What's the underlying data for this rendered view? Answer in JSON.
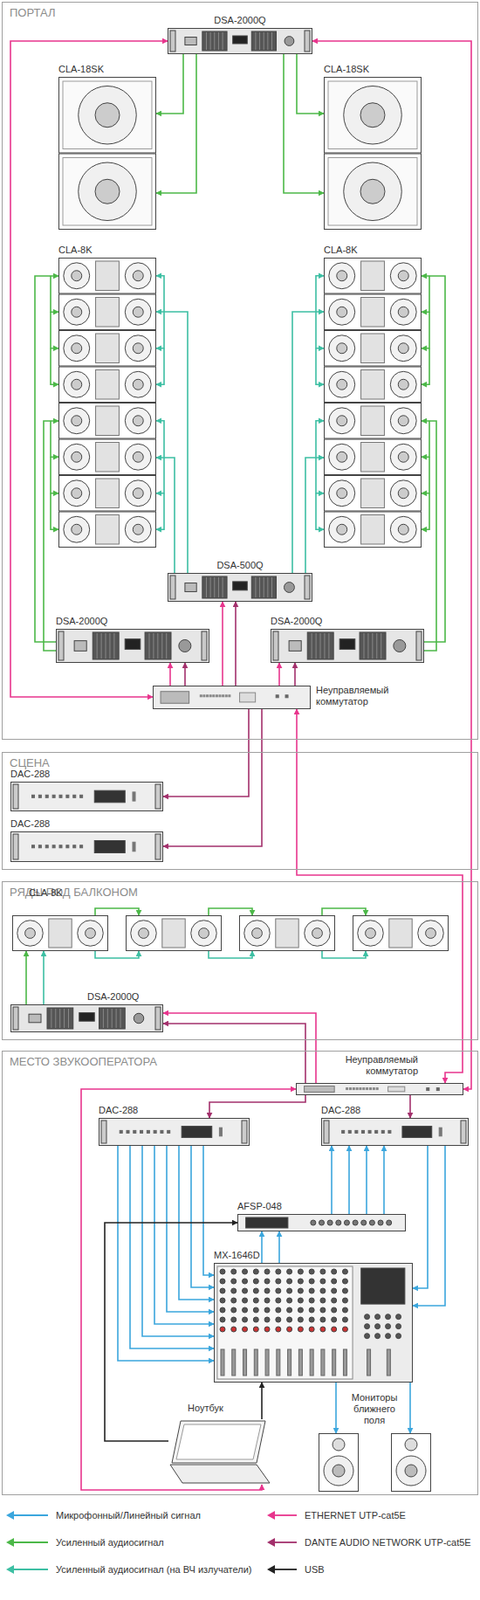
{
  "diagram": {
    "nodes": [
      {
        "text": [
          "ПОРТАЛ"
        ]
      },
      {
        "text": [
          "DSA-2000Q"
        ],
        "in": 0
      },
      {
        "text": [
          "CLA-18SK"
        ],
        "in": 0
      },
      {
        "text": [
          "CLA-18SK"
        ],
        "in": 0
      },
      {
        "text": [
          "CLA-8K"
        ],
        "in": 0
      },
      {
        "text": [
          "CLA-8K"
        ],
        "in": 0
      },
      {
        "text": [
          "DSA-500Q"
        ],
        "in": 0
      },
      {
        "text": [
          "DSA-2000Q"
        ],
        "in": 0
      },
      {
        "text": [
          "DSA-2000Q"
        ],
        "in": 0
      },
      {
        "text": [
          "Неуправляемый коммутатор"
        ],
        "in": 0
      },
      {
        "text": [
          "СЦЕНА"
        ]
      },
      {
        "text": [
          "DAC-288"
        ],
        "in": 10
      },
      {
        "text": [
          "DAC-288"
        ],
        "in": 10
      },
      {
        "text": [
          "РЯДЫ ПОД БАЛКОНОМ"
        ]
      },
      {
        "text": [
          "CLA-8K"
        ],
        "in": 13
      },
      {
        "text": [
          "DSA-2000Q"
        ],
        "in": 13
      },
      {
        "text": [
          "МЕСТО ЗВУКООПЕРАТОРА"
        ]
      },
      {
        "text": [
          "Неуправляемый коммутатор"
        ],
        "in": 16
      },
      {
        "text": [
          "DAC-288"
        ],
        "in": 16
      },
      {
        "text": [
          "DAC-288"
        ],
        "in": 16
      },
      {
        "text": [
          "AFSP-048"
        ],
        "in": 16
      },
      {
        "text": [
          "MX-1646D"
        ],
        "in": 16
      },
      {
        "text": [
          "Ноутбук"
        ],
        "in": 16
      },
      {
        "text": [
          "Мониторы ближнего поля"
        ],
        "in": 16
      }
    ],
    "edges": [
      {
        "from": 1,
        "to": 2,
        "arrow": "to"
      },
      {
        "from": 1,
        "to": 2,
        "arrow": "to"
      },
      {
        "from": 1,
        "to": 3,
        "arrow": "to"
      },
      {
        "from": 1,
        "to": 3,
        "arrow": "to"
      },
      {
        "from": 7,
        "to": 4,
        "arrow": "to"
      },
      {
        "from": 7,
        "to": 4,
        "arrow": "to"
      },
      {
        "from": 6,
        "to": 4,
        "arrow": "to"
      },
      {
        "from": 6,
        "to": 4,
        "arrow": "to"
      },
      {
        "from": 8,
        "to": 5,
        "arrow": "to"
      },
      {
        "from": 8,
        "to": 5,
        "arrow": "to"
      },
      {
        "from": 6,
        "to": 5,
        "arrow": "to"
      },
      {
        "from": 6,
        "to": 5,
        "arrow": "to"
      },
      {
        "from": 9,
        "to": 1,
        "arrow": "both"
      },
      {
        "from": 9,
        "to": 7,
        "arrow": "to"
      },
      {
        "from": 9,
        "to": 7,
        "arrow": "to"
      },
      {
        "from": 9,
        "to": 6,
        "arrow": "to"
      },
      {
        "from": 9,
        "to": 6,
        "arrow": "to"
      },
      {
        "from": 9,
        "to": 8,
        "arrow": "to"
      },
      {
        "from": 9,
        "to": 8,
        "arrow": "to"
      },
      {
        "from": 9,
        "to": 11,
        "arrow": "to"
      },
      {
        "from": 9,
        "to": 12,
        "arrow": "to"
      },
      {
        "from": 9,
        "to": 17,
        "arrow": "both"
      },
      {
        "from": 1,
        "to": 17,
        "arrow": "both"
      },
      {
        "from": 15,
        "to": 14,
        "arrow": "to"
      },
      {
        "from": 15,
        "to": 14,
        "arrow": "to"
      },
      {
        "from": 17,
        "to": 15,
        "arrow": "to"
      },
      {
        "from": 17,
        "to": 15,
        "arrow": "to"
      },
      {
        "from": 17,
        "to": 18,
        "arrow": "to"
      },
      {
        "from": 17,
        "to": 19,
        "arrow": "to"
      },
      {
        "from": 22,
        "to": 17,
        "arrow": "both"
      },
      {
        "from": 18,
        "to": 21,
        "arrow": "to"
      },
      {
        "from": 18,
        "to": 21,
        "arrow": "to"
      },
      {
        "from": 18,
        "to": 21,
        "arrow": "to"
      },
      {
        "from": 18,
        "to": 21,
        "arrow": "to"
      },
      {
        "from": 18,
        "to": 21,
        "arrow": "to"
      },
      {
        "from": 18,
        "to": 21,
        "arrow": "to"
      },
      {
        "from": 18,
        "to": 21,
        "arrow": "to"
      },
      {
        "from": 18,
        "to": 21,
        "arrow": "to"
      },
      {
        "from": 21,
        "to": 20,
        "arrow": "to"
      },
      {
        "from": 21,
        "to": 20,
        "arrow": "to"
      },
      {
        "from": 20,
        "to": 19,
        "arrow": "to"
      },
      {
        "from": 20,
        "to": 19,
        "arrow": "to"
      },
      {
        "from": 20,
        "to": 19,
        "arrow": "to"
      },
      {
        "from": 20,
        "to": 19,
        "arrow": "to"
      },
      {
        "from": 19,
        "to": 21,
        "arrow": "to"
      },
      {
        "from": 19,
        "to": 21,
        "arrow": "to"
      },
      {
        "from": 22,
        "to": 21,
        "arrow": "to"
      },
      {
        "from": 22,
        "to": 20,
        "arrow": "to"
      },
      {
        "from": 21,
        "to": 23,
        "arrow": "to"
      },
      {
        "from": 21,
        "to": 23,
        "arrow": "to"
      }
    ],
    "legend": [
      {
        "text": "Микрофонный/Линейный сигнал",
        "color": "#3ba6dd"
      },
      {
        "text": "Усиленный аудиосигнал",
        "color": "#4cb848"
      },
      {
        "text": "Усиленный аудиосигнал (на ВЧ излучатели)",
        "color": "#3dbfa3"
      },
      {
        "text": "ETHERNET UTP-cat5E",
        "color": "#e8358d"
      },
      {
        "text": "DANTE AUDIO NETWORK UTP-cat5E",
        "color": "#a3306c"
      },
      {
        "text": "USB",
        "color": "#222222"
      }
    ]
  }
}
